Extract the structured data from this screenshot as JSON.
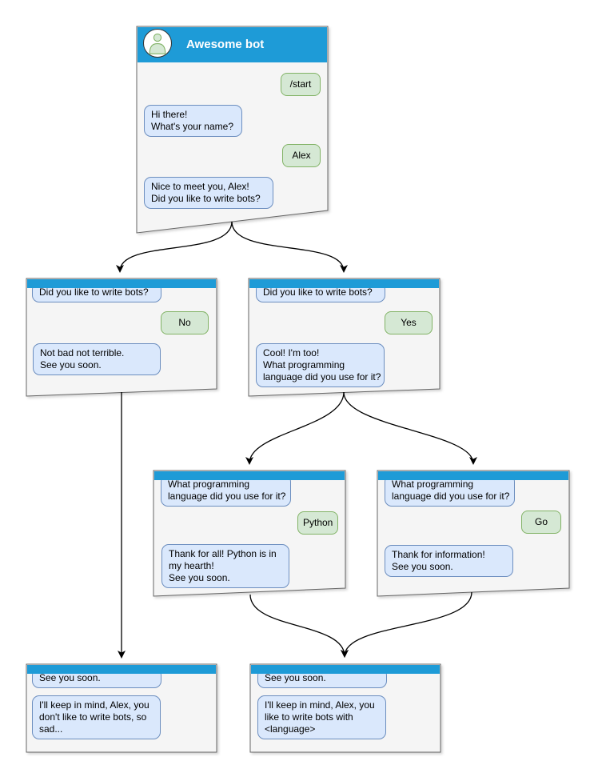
{
  "bot": {
    "name": "Awesome bot"
  },
  "palette": {
    "header_blue": "#1E9BD7",
    "box_fill": "#F5F5F5",
    "box_border": "#666666",
    "bot_bubble_fill": "#DAE8FC",
    "bot_bubble_border": "#6C8EBF",
    "user_bubble_fill": "#D5E8D4",
    "user_bubble_border": "#82B366",
    "connector": "#000000"
  },
  "icons": {
    "avatar": "person-icon"
  },
  "nodes": [
    {
      "id": "main",
      "header": "Awesome bot",
      "messages": [
        {
          "from": "user",
          "text": "/start"
        },
        {
          "from": "bot",
          "text": "Hi there!\nWhat's your name?"
        },
        {
          "from": "user",
          "text": "Alex"
        },
        {
          "from": "bot",
          "text": "Nice to meet you, Alex!\nDid you like to write bots?"
        }
      ]
    },
    {
      "id": "branch-no",
      "messages": [
        {
          "from": "bot",
          "text": "Did you like to write bots?"
        },
        {
          "from": "user",
          "text": "No"
        },
        {
          "from": "bot",
          "text": "Not bad not terrible.\nSee you soon."
        }
      ]
    },
    {
      "id": "branch-yes",
      "messages": [
        {
          "from": "bot",
          "text": "Did you like to write bots?"
        },
        {
          "from": "user",
          "text": "Yes"
        },
        {
          "from": "bot",
          "text": "Cool! I'm too!\nWhat programming\nlanguage did you use for it?"
        }
      ]
    },
    {
      "id": "branch-python",
      "messages": [
        {
          "from": "bot",
          "text": "What programming\nlanguage did you use for it?"
        },
        {
          "from": "user",
          "text": "Python"
        },
        {
          "from": "bot",
          "text": "Thank for all! Python is in\nmy hearth!\nSee you soon."
        }
      ]
    },
    {
      "id": "branch-go",
      "messages": [
        {
          "from": "bot",
          "text": "What programming\nlanguage did you use for it?"
        },
        {
          "from": "user",
          "text": "Go"
        },
        {
          "from": "bot",
          "text": "Thank for information!\nSee you soon."
        }
      ]
    },
    {
      "id": "end-no",
      "messages": [
        {
          "from": "bot",
          "text": "See you soon."
        },
        {
          "from": "bot",
          "text": "I'll keep in mind, Alex, you\ndon't like to write bots, so\nsad..."
        }
      ]
    },
    {
      "id": "end-yes",
      "messages": [
        {
          "from": "bot",
          "text": "See you soon."
        },
        {
          "from": "bot",
          "text": "I'll keep in mind, Alex, you\nlike to write bots with\n<language>"
        }
      ]
    }
  ],
  "edges": [
    {
      "from": "main",
      "to": "branch-no"
    },
    {
      "from": "main",
      "to": "branch-yes"
    },
    {
      "from": "branch-yes",
      "to": "branch-python"
    },
    {
      "from": "branch-yes",
      "to": "branch-go"
    },
    {
      "from": "branch-no",
      "to": "end-no"
    },
    {
      "from": "branch-python",
      "to": "end-yes"
    },
    {
      "from": "branch-go",
      "to": "end-yes"
    }
  ]
}
